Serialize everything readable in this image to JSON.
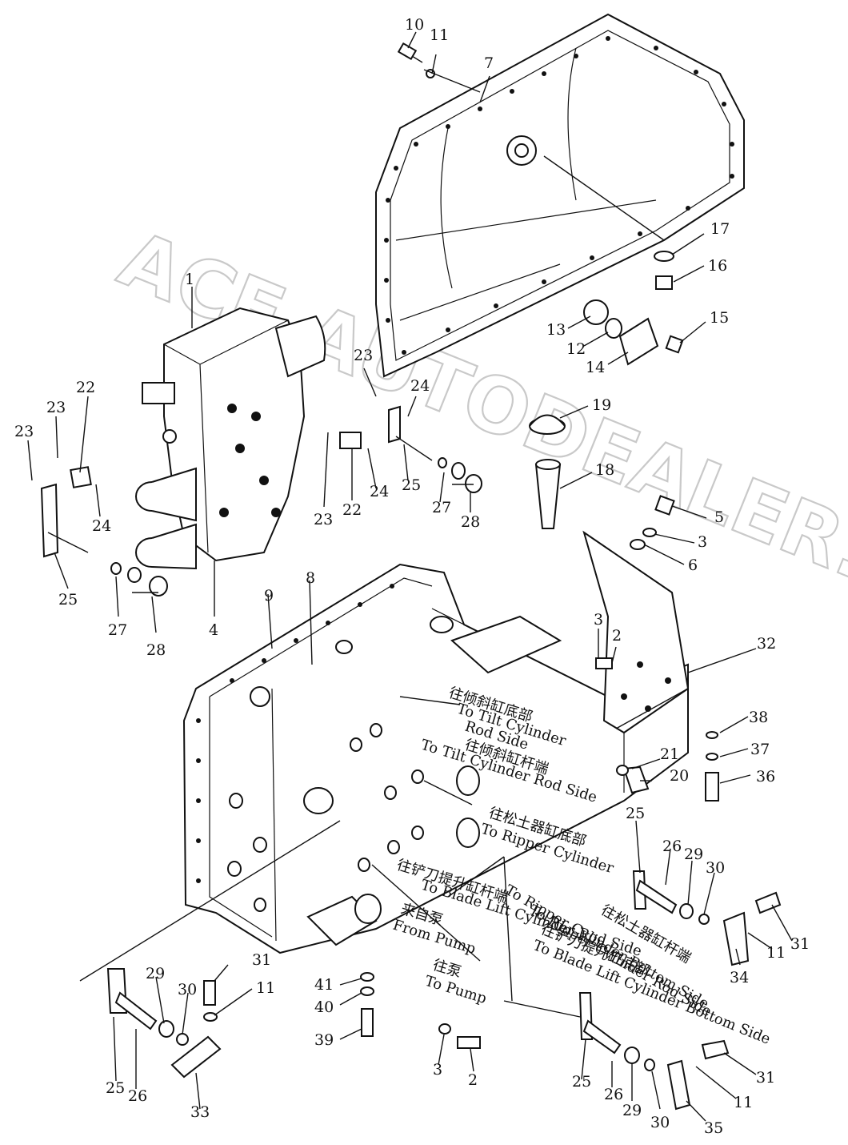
{
  "watermark": "ACE.AUTODEALER.RU",
  "callouts": {
    "c1": "1",
    "c2a": "2",
    "c2b": "2",
    "c3a": "3",
    "c3b": "3",
    "c3c": "3",
    "c4": "4",
    "c5": "5",
    "c6": "6",
    "c7": "7",
    "c8": "8",
    "c9": "9",
    "c10": "10",
    "c11a": "11",
    "c11b": "11",
    "c11c": "11",
    "c11d": "11",
    "c12": "12",
    "c13": "13",
    "c14": "14",
    "c15": "15",
    "c16": "16",
    "c17": "17",
    "c18": "18",
    "c19": "19",
    "c20": "20",
    "c21": "21",
    "c22a": "22",
    "c22b": "22",
    "c23a": "23",
    "c23b": "23",
    "c23c": "23",
    "c23d": "23",
    "c24a": "24",
    "c24b": "24",
    "c24c": "24",
    "c25a": "25",
    "c25b": "25",
    "c25c": "25",
    "c25d": "25",
    "c25e": "25",
    "c26a": "26",
    "c26b": "26",
    "c26c": "26",
    "c27a": "27",
    "c27b": "27",
    "c28a": "28",
    "c28b": "28",
    "c29a": "29",
    "c29b": "29",
    "c29c": "29",
    "c30a": "30",
    "c30b": "30",
    "c30c": "30",
    "c31a": "31",
    "c31b": "31",
    "c31c": "31",
    "c32": "32",
    "c33": "33",
    "c34": "34",
    "c35": "35",
    "c36": "36",
    "c37": "37",
    "c38": "38",
    "c39": "39",
    "c40": "40",
    "c41": "41"
  },
  "labels": {
    "tilt_bottom_cn": "往倾斜缸底部",
    "tilt_bottom_en1": "To Tilt Cylinder",
    "tilt_bottom_en2": "Rod Side",
    "tilt_rod_cn": "往倾斜缸杆端",
    "tilt_rod_en": "To Tilt Cylinder Rod Side",
    "ripper_bottom_cn": "往松土器缸底部",
    "ripper_bottom_en": "To Ripper Cylinder",
    "ripper_bottom_en2": "To Ripper Cylinder Bottom Side",
    "ripper_rod_cn": "往松土器缸杆端",
    "ripper_rod_en": "To Ripper Cylinder Rod Side",
    "blade_rod_cn": "往铲刀提升缸杆端",
    "blade_rod_en": "To Blade Lift Cylinder Rod Side",
    "blade_bottom_cn": "往铲刀提升缸底部",
    "blade_bottom_en": "To Blade Lift Cylinder Bottom Side",
    "from_pump_cn": "来自泵",
    "from_pump_en": "From Pump",
    "to_pump_cn": "往泵",
    "to_pump_en": "To Pump"
  }
}
